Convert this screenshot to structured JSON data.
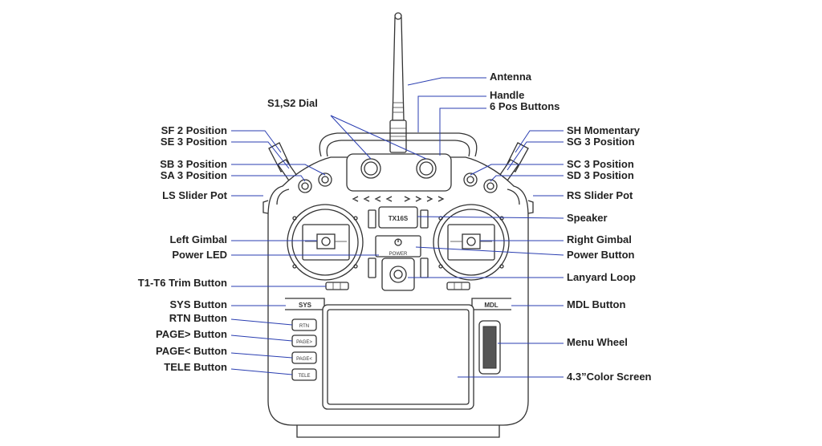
{
  "device": {
    "model_badge": "TX16S",
    "power_label": "POWER",
    "sys_label": "SYS",
    "mdl_label": "MDL",
    "rtn_label": "RTN",
    "page_next_label": "PAGE>",
    "page_prev_label": "PAGE<",
    "tele_label": "TELE"
  },
  "callouts": {
    "antenna": "Antenna",
    "handle": "Handle",
    "six_pos": "6 Pos Buttons",
    "s1s2": "S1,S2 Dial",
    "sf": "SF 2 Position",
    "se": "SE 3 Position",
    "sb": "SB 3 Position",
    "sa": "SA 3 Position",
    "ls": "LS Slider Pot",
    "left_gimbal": "Left Gimbal",
    "power_led": "Power LED",
    "trim": "T1-T6 Trim Button",
    "sys": "SYS Button",
    "rtn": "RTN Button",
    "page_next": "PAGE> Button",
    "page_prev": "PAGE< Button",
    "tele": "TELE Button",
    "sh": "SH Momentary",
    "sg": "SG 3 Position",
    "sc": "SC 3 Position",
    "sd": "SD 3 Position",
    "rs": "RS Slider Pot",
    "speaker": "Speaker",
    "right_gimbal": "Right Gimbal",
    "power_button": "Power Button",
    "lanyard": "Lanyard Loop",
    "mdl": "MDL Button",
    "menu_wheel": "Menu Wheel",
    "screen": "4.3”Color Screen"
  },
  "colors": {
    "leader": "#2a3eb1",
    "ink": "#333333"
  }
}
